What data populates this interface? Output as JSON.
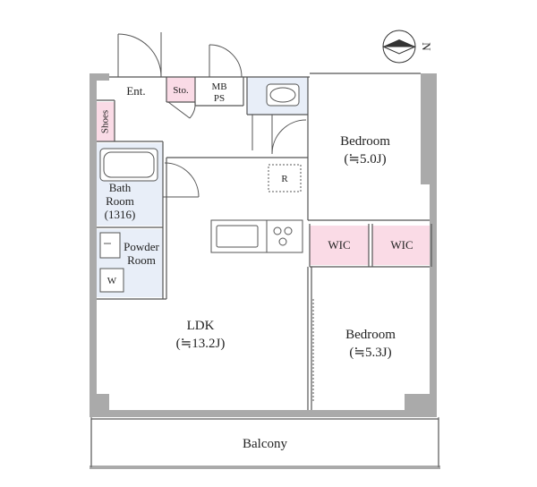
{
  "plan": {
    "compass": {
      "north_label": "N"
    },
    "rooms": {
      "entrance": "Ent.",
      "storage": "Sto.",
      "mbps_line1": "MB",
      "mbps_line2": "PS",
      "shoes": "Shoes",
      "bath_line1": "Bath",
      "bath_line2": "Room",
      "bath_line3": "(1316)",
      "powder_line1": "Powder",
      "powder_line2": "Room",
      "washer": "W",
      "refrigerator": "R",
      "bedroom_north_name": "Bedroom",
      "bedroom_north_size": "(≒5.0J)",
      "wic_left": "WIC",
      "wic_right": "WIC",
      "ldk_name": "LDK",
      "ldk_size": "(≒13.2J)",
      "bedroom_south_name": "Bedroom",
      "bedroom_south_size": "(≒5.3J)",
      "balcony": "Balcony"
    },
    "colors": {
      "wall": "#aaaaaa",
      "line": "#555555",
      "wet_area": "#e8eef8",
      "storage_pink": "#fadbe6"
    }
  }
}
